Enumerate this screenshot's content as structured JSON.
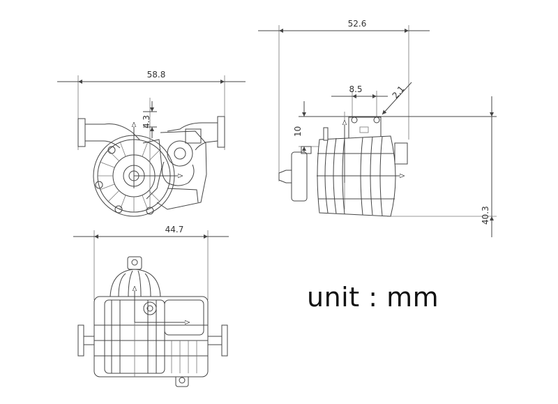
{
  "dimensions": {
    "front_width": "58.8",
    "front_offset": "4.3",
    "side_width": "52.6",
    "side_spacing": "8.5",
    "side_hole": "2.1",
    "side_top": "10",
    "side_height": "40.3",
    "top_width": "44.7"
  },
  "unit_label": "unit : mm",
  "colors": {
    "line": "#444444",
    "text": "#333333",
    "background": "#ffffff"
  }
}
